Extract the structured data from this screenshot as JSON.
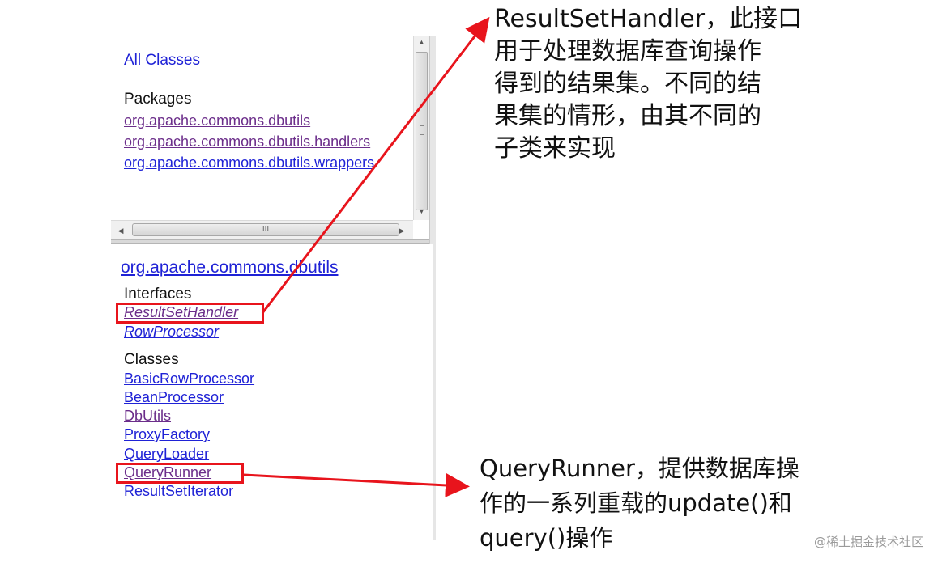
{
  "top_frame": {
    "all_classes": "All Classes",
    "packages_heading": "Packages",
    "packages": [
      "org.apache.commons.dbutils",
      "org.apache.commons.dbutils.handlers",
      "org.apache.commons.dbutils.wrappers"
    ]
  },
  "scrollbar": {
    "hscroll_grip": "III"
  },
  "bottom_frame": {
    "package_title": "org.apache.commons.dbutils",
    "interfaces_heading": "Interfaces",
    "interfaces": [
      "ResultSetHandler",
      "RowProcessor"
    ],
    "classes_heading": "Classes",
    "classes": [
      "BasicRowProcessor",
      "BeanProcessor",
      "DbUtils",
      "ProxyFactory",
      "QueryLoader",
      "QueryRunner",
      "ResultSetIterator"
    ]
  },
  "annotations": {
    "resultset_note": [
      "ResultSetHandler，此接口",
      "用于处理数据库查询操作",
      "得到的结果集。不同的结",
      "果集的情形，由其不同的",
      "子类来实现"
    ],
    "queryrunner_note": [
      "QueryRunner，提供数据库操",
      "作的一系列重载的update()和",
      "query()操作"
    ]
  },
  "watermark": "@稀土掘金技术社区",
  "colors": {
    "link": "#1f22d6",
    "visited": "#6b2d8a",
    "highlight": "#e8141c"
  }
}
